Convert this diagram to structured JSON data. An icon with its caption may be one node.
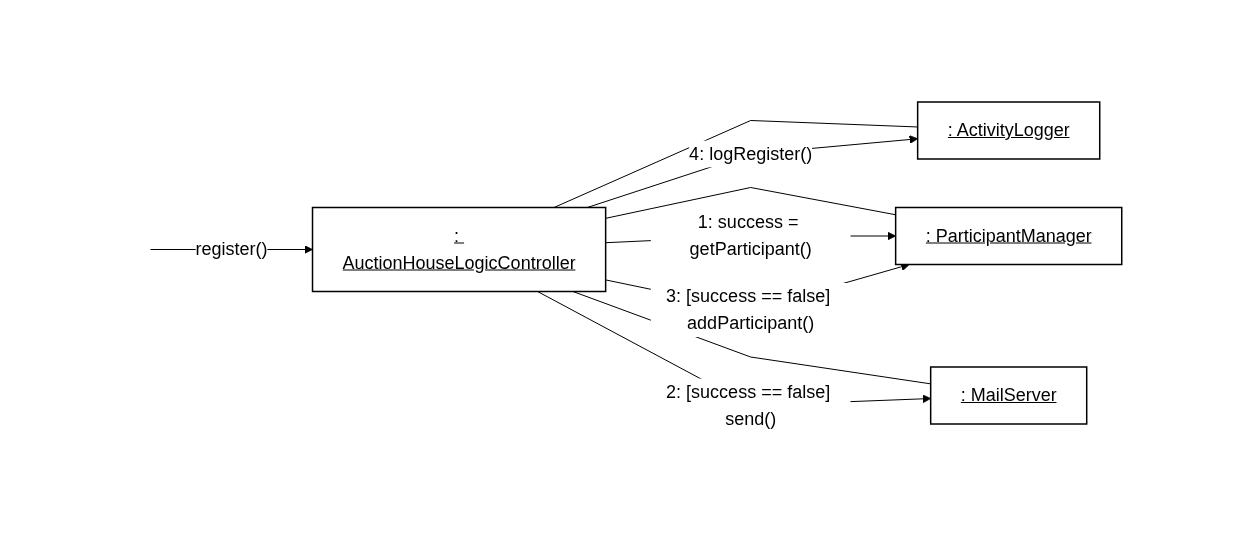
{
  "diagram": {
    "nodes": [
      {
        "text": [
          ": ActivityLogger"
        ]
      },
      {
        "text": [
          ": AuctionHouseLogicController"
        ]
      },
      {
        "text": [
          ": ParticipantManager"
        ]
      },
      {
        "text": [
          ": MailServer"
        ]
      }
    ],
    "edges": [
      {
        "from": null,
        "to": 1,
        "arrow": "to",
        "label": "register()"
      },
      {
        "from": 1,
        "to": 0,
        "arrow": "none"
      },
      {
        "from": 1,
        "to": 0,
        "arrow": "to",
        "label": "4: logRegister()"
      },
      {
        "from": 1,
        "to": 2,
        "arrow": "none"
      },
      {
        "from": 1,
        "to": 2,
        "arrow": "to",
        "label": "1: success = getParticipant()"
      },
      {
        "from": 1,
        "to": 2,
        "arrow": "to",
        "label": "3: [success == false] addParticipant()"
      },
      {
        "from": 1,
        "to": 3,
        "arrow": "none"
      },
      {
        "from": 1,
        "to": 3,
        "arrow": "to",
        "label": "2: [success == false] send()"
      }
    ]
  }
}
